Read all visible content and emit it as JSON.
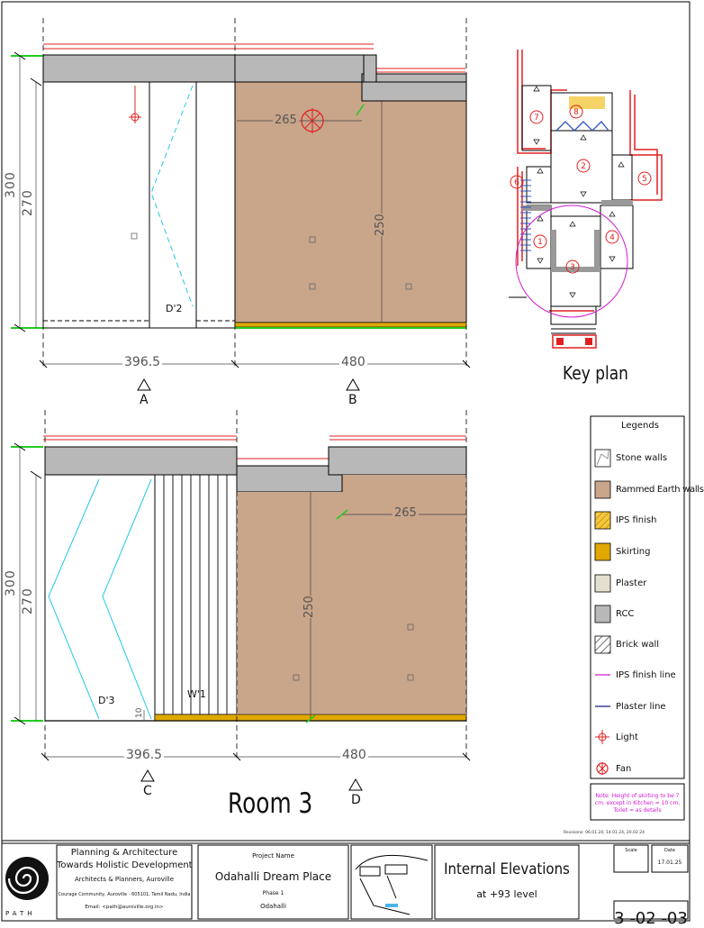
{
  "elevations": {
    "top": {
      "dim_height_outer": "300",
      "dim_height_inner": "270",
      "dim_width_left": "396.5",
      "dim_width_right": "480",
      "dim_beam": "265",
      "dim_wall": "250",
      "door_label": "D'2",
      "marker_left": "A",
      "marker_right": "B"
    },
    "bottom": {
      "dim_height_outer": "300",
      "dim_height_inner": "270",
      "dim_width_left": "396.5",
      "dim_width_right": "480",
      "dim_beam": "265",
      "dim_wall": "250",
      "door_label": "D'3",
      "window_label": "W'1",
      "small_dim": "10",
      "marker_left": "C",
      "marker_right": "D",
      "room_title": "Room 3"
    }
  },
  "key_plan": {
    "title": "Key plan",
    "room_numbers": [
      "1",
      "2",
      "3",
      "4",
      "5",
      "6",
      "7",
      "8"
    ]
  },
  "legends": {
    "title": "Legends",
    "items": [
      {
        "label": "Stone walls",
        "swatch": "stone"
      },
      {
        "label": "Rammed Earth walls",
        "swatch": "#c9a58a"
      },
      {
        "label": "IPS finish",
        "swatch": "ips"
      },
      {
        "label": "Skirting",
        "swatch": "#e0a800"
      },
      {
        "label": "Plaster",
        "swatch": "#e4e0d0"
      },
      {
        "label": "RCC",
        "swatch": "#b8b8b8"
      },
      {
        "label": "Brick wall",
        "swatch": "brick"
      },
      {
        "label": "IPS finish line",
        "swatch": "line-magenta"
      },
      {
        "label": "Plaster line",
        "swatch": "line-navy"
      },
      {
        "label": "Light",
        "swatch": "light"
      },
      {
        "label": "Fan",
        "swatch": "fan"
      }
    ],
    "note": "Note: Height of skirting to be 7 cm. except in Kitchen = 10 cm, Toilet = as details",
    "revisions": "Revisions: 06.01.24, 14.01.24, 20.02.24"
  },
  "title_block": {
    "firm_tagline_1": "Planning & Architecture",
    "firm_tagline_2": "Towards Holistic Development",
    "firm_tagline_3": "Architects & Planners, Auroville",
    "firm_address": "Courage Community, Auroville - 605101, Tamil Nadu, India",
    "firm_email": "Email: <path@auroville.org.in>",
    "logo_text": "PATH",
    "project_label": "Project Name",
    "project_name": "Odahalli Dream Place",
    "project_phase": "Phase 1",
    "project_location": "Odahalli",
    "drawing_title": "Internal Elevations",
    "drawing_subtitle": "at +93 level",
    "scale_label": "Scale",
    "scale_value": "",
    "date_label": "Date",
    "date_value": "17.01.25",
    "sheet_number": "3 -02 -03"
  },
  "colors": {
    "rammed_earth": "#c9a58a",
    "rcc": "#b8b8b8",
    "skirting": "#e0a800",
    "ips_line": "#d01ad0",
    "red": "#e02020",
    "green": "#22cc22",
    "cyan": "#22c8e8"
  }
}
